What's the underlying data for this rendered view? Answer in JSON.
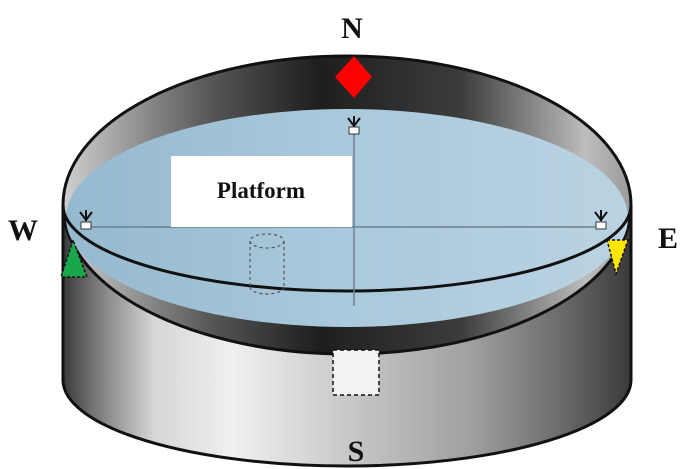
{
  "labels": {
    "north": "N",
    "south": "S",
    "west": "W",
    "east": "E",
    "platform": "Platform"
  },
  "colors": {
    "water": "#aac9dc",
    "wall_dark": "#2b2b2b",
    "wall_light": "#e6e6e6",
    "north_cue": "#ff0000",
    "west_cue": "#1aa64b",
    "east_cue": "#ffe600",
    "south_cue": "#f2f2f2"
  },
  "icons": {
    "north_cue": "red-diamond",
    "west_cue": "green-triangle",
    "east_cue": "yellow-triangle",
    "south_cue": "white-square",
    "start_points": "arrow-marker",
    "hidden_platform": "dashed-cylinder"
  }
}
